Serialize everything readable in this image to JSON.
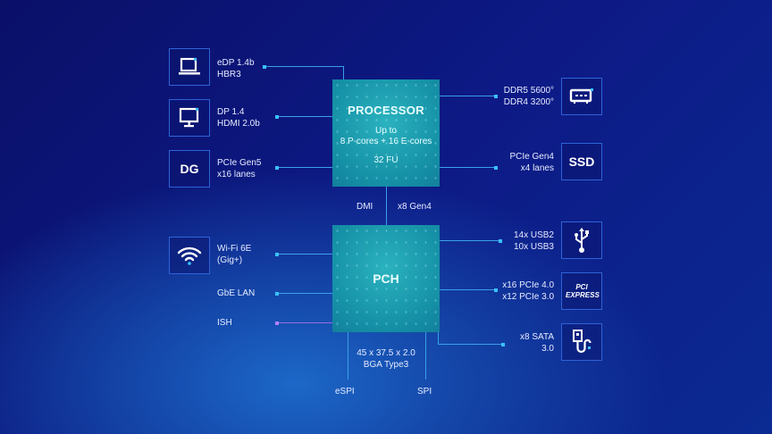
{
  "processor": {
    "title": "PROCESSOR",
    "cores_line1": "Up to",
    "cores_line2": "8 P-cores + 16 E-cores",
    "gpu": "32 FU"
  },
  "pch": {
    "title": "PCH",
    "package_line1": "45 x 37.5 x 2.0",
    "package_line2": "BGA Type3"
  },
  "link": {
    "left": "DMI",
    "right": "x8 Gen4"
  },
  "left": [
    {
      "icon": "laptop-icon",
      "line1": "eDP 1.4b",
      "line2": "HBR3"
    },
    {
      "icon": "monitor-icon",
      "line1": "DP 1.4",
      "line2": "HDMI 2.0b"
    },
    {
      "icon": "DG",
      "line1": "PCIe Gen5",
      "line2": "x16 lanes"
    },
    {
      "icon": "wifi-icon",
      "line1": "Wi-Fi 6E",
      "line2": "(Gig+)"
    },
    {
      "line1": "GbE LAN"
    },
    {
      "line1": "ISH"
    }
  ],
  "right": [
    {
      "icon": "memory-icon",
      "line1": "DDR5 5600°",
      "line2": "DDR4 3200°"
    },
    {
      "icon": "SSD",
      "line1": "PCIe Gen4",
      "line2": "x4 lanes"
    },
    {
      "icon": "usb-icon",
      "line1": "14x USB2",
      "line2": "10x USB3"
    },
    {
      "icon": "pci-express-icon",
      "line1": "x16 PCIe 4.0",
      "line2": "x12 PCIe 3.0",
      "logo_text": "PCI EXPRESS"
    },
    {
      "icon": "sata-icon",
      "line1": "x8 SATA",
      "line2": "3.0"
    }
  ],
  "bottom": {
    "espi": "eSPI",
    "spi": "SPI"
  }
}
